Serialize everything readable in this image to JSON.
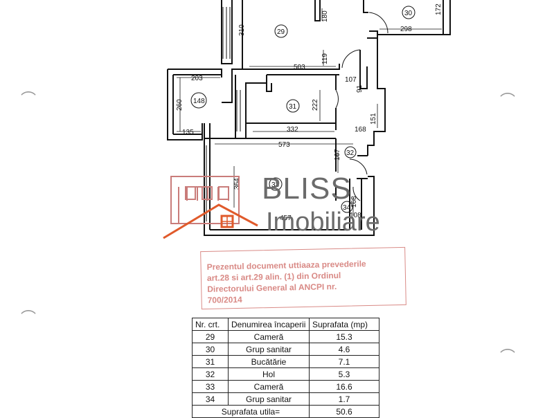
{
  "plan": {
    "rooms": [
      {
        "id": "29"
      },
      {
        "id": "30"
      },
      {
        "id": "31"
      },
      {
        "id": "32"
      },
      {
        "id": "33"
      },
      {
        "id": "34"
      },
      {
        "id": "148"
      }
    ],
    "dimensions": [
      "310",
      "180",
      "172",
      "298",
      "503",
      "119",
      "107",
      "91",
      "222",
      "151",
      "260",
      "203",
      "135",
      "332",
      "168",
      "573",
      "167",
      "364",
      "457",
      "168",
      "108"
    ]
  },
  "logo": {
    "line1": "BLISS",
    "line2": "Imobiliare",
    "brand_color": "#e05a2b",
    "text_color": "#6b6b6b"
  },
  "stamp": {
    "lines": [
      "Prezentul document uttiaaza prevederile",
      "art.28 si art.29 alin. (1) din Ordinul",
      "Directorului General al ANCPI nr.",
      "700/2014"
    ],
    "color": "#d98a86"
  },
  "table": {
    "headers": [
      "Nr. crt.",
      "Denumirea încaperii",
      "Suprafata (mp)"
    ],
    "rows": [
      [
        "29",
        "Cameră",
        "15.3"
      ],
      [
        "30",
        "Grup sanitar",
        "4.6"
      ],
      [
        "31",
        "Bucătărie",
        "7.1"
      ],
      [
        "32",
        "Hol",
        "5.3"
      ],
      [
        "33",
        "Cameră",
        "16.6"
      ],
      [
        "34",
        "Grup sanitar",
        "1.7"
      ]
    ],
    "total_label": "Suprafata utila=",
    "total_value": "50.6"
  }
}
